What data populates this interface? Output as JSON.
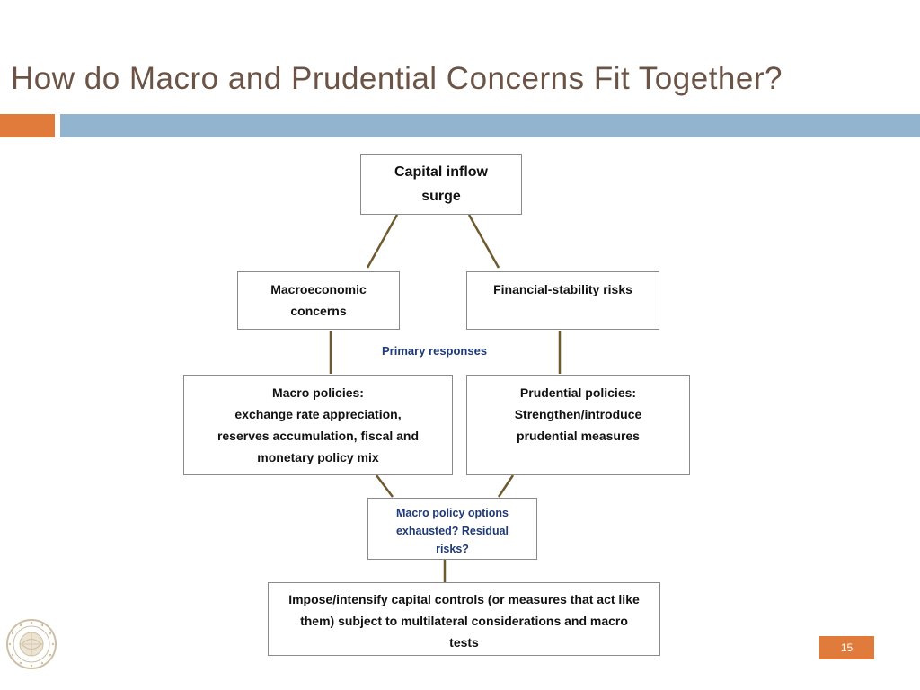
{
  "slide": {
    "title": "How do Macro and Prudential Concerns Fit Together?",
    "page_number": "15"
  },
  "colors": {
    "title": "#6b5446",
    "accent_orange": "#e07b3c",
    "accent_blue": "#93b4cf",
    "connector": "#6e5a2e",
    "emphasis_text": "#1f3a78",
    "seal": "#cdbfa3"
  },
  "diagram": {
    "capital_inflow": "Capital inflow surge",
    "macro_concerns": "Macroeconomic concerns",
    "financial_risks": "Financial-stability risks",
    "primary_responses": "Primary responses",
    "macro_policies": {
      "heading": "Macro policies:",
      "line1": "exchange rate appreciation,",
      "line2": "reserves accumulation, fiscal and",
      "line3": "monetary policy mix"
    },
    "prudential_policies": {
      "heading": "Prudential policies:",
      "line1": "Strengthen/introduce",
      "line2": "prudential measures"
    },
    "question": "Macro policy options exhausted? Residual risks?",
    "capital_controls": "Impose/intensify capital controls (or measures that act like them) subject to multilateral considerations and macro tests"
  },
  "logo": {
    "name": "imf-seal-icon"
  }
}
